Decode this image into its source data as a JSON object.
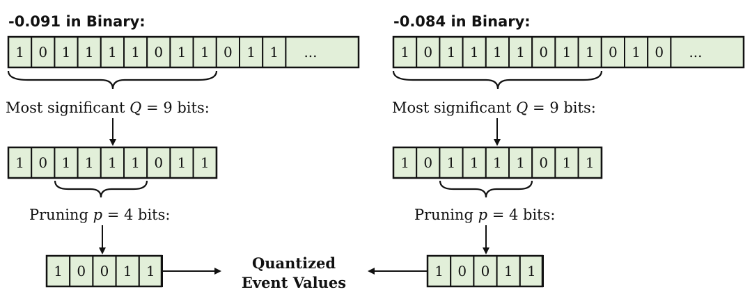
{
  "colors": {
    "cell_fill": "#e2efd9",
    "highlight_bit": "#c00000",
    "stroke": "#111111"
  },
  "center_label": {
    "line1": "Quantized",
    "line2": "Event Values"
  },
  "panels": [
    {
      "title": "-0.091 in Binary:",
      "full_bits": [
        "1",
        "0",
        "1",
        "1",
        "1",
        "1",
        "0",
        "1",
        "1",
        "0",
        "1",
        "1"
      ],
      "highlight_index": 11,
      "ellipsis": "...",
      "msb_label": {
        "prefix": "Most significant ",
        "var": "Q",
        "rest": " = 9 bits:"
      },
      "q_bits": [
        "1",
        "0",
        "1",
        "1",
        "1",
        "1",
        "0",
        "1",
        "1"
      ],
      "prune_label": {
        "prefix": "Pruning ",
        "var": "p",
        "rest": " = 4 bits:"
      },
      "result_bits": [
        "1",
        "0",
        "0",
        "1",
        "1"
      ]
    },
    {
      "title": "-0.084 in Binary:",
      "full_bits": [
        "1",
        "0",
        "1",
        "1",
        "1",
        "1",
        "0",
        "1",
        "1",
        "0",
        "1",
        "0"
      ],
      "highlight_index": 11,
      "ellipsis": "...",
      "msb_label": {
        "prefix": "Most significant ",
        "var": "Q",
        "rest": " = 9 bits:"
      },
      "q_bits": [
        "1",
        "0",
        "1",
        "1",
        "1",
        "1",
        "0",
        "1",
        "1"
      ],
      "prune_label": {
        "prefix": "Pruning ",
        "var": "p",
        "rest": " = 4 bits:"
      },
      "result_bits": [
        "1",
        "0",
        "0",
        "1",
        "1"
      ]
    }
  ]
}
